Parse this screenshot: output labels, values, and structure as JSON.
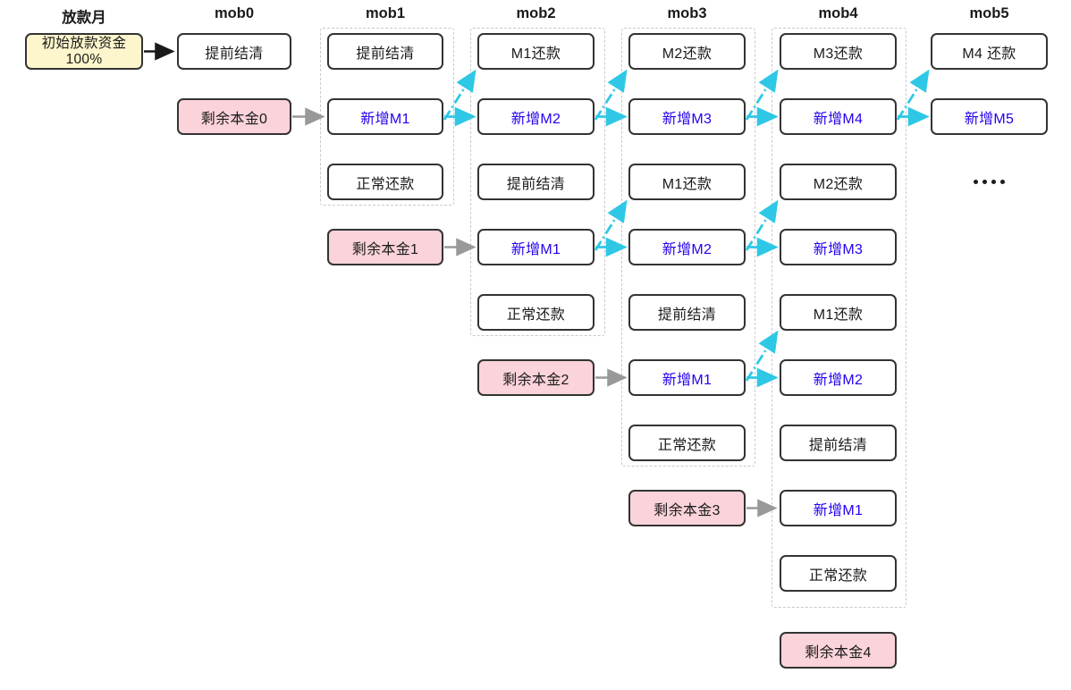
{
  "diagram": {
    "title_row": [
      "放款月",
      "mob0",
      "mob1",
      "mob2",
      "mob3",
      "mob4",
      "mob5"
    ],
    "colors": {
      "start_fill": "#fdf6cd",
      "principal_fill": "#fbd3da",
      "node_border": "#333333",
      "new_label_text": "#2200ee",
      "cyan_arrow": "#2ec8e6",
      "gray_arrow": "#999999",
      "group_dash": "#c9c9c9"
    },
    "columns": [
      {
        "key": "issue_month",
        "header": "放款月",
        "nodes": [
          {
            "id": "start",
            "label_line1": "初始放款资金",
            "label_line2": "100%",
            "style": "yellow",
            "row": 0
          }
        ]
      },
      {
        "key": "mob0",
        "header": "mob0",
        "nodes": [
          {
            "id": "m0-prepay",
            "label": "提前结清",
            "style": "plain",
            "row": 0
          },
          {
            "id": "m0-principal0",
            "label": "剩余本金0",
            "style": "pink",
            "row": 1
          }
        ]
      },
      {
        "key": "mob1",
        "header": "mob1",
        "group": {
          "from_row": 0,
          "to_row": 2
        },
        "nodes": [
          {
            "id": "m1-prepay",
            "label": "提前结清",
            "style": "plain",
            "row": 0
          },
          {
            "id": "m1-newM1",
            "label": "新增M1",
            "style": "blue",
            "row": 1
          },
          {
            "id": "m1-normal",
            "label": "正常还款",
            "style": "plain",
            "row": 2
          },
          {
            "id": "m1-principal1",
            "label": "剩余本金1",
            "style": "pink",
            "row": 3
          }
        ]
      },
      {
        "key": "mob2",
        "header": "mob2",
        "group": {
          "from_row": 0,
          "to_row": 4
        },
        "nodes": [
          {
            "id": "m2-M1repay",
            "label": "M1还款",
            "style": "plain",
            "row": 0
          },
          {
            "id": "m2-newM2",
            "label": "新增M2",
            "style": "blue",
            "row": 1
          },
          {
            "id": "m2-prepay",
            "label": "提前结清",
            "style": "plain",
            "row": 2
          },
          {
            "id": "m2-newM1",
            "label": "新增M1",
            "style": "blue",
            "row": 3
          },
          {
            "id": "m2-normal",
            "label": "正常还款",
            "style": "plain",
            "row": 4
          },
          {
            "id": "m2-principal2",
            "label": "剩余本金2",
            "style": "pink",
            "row": 5
          }
        ]
      },
      {
        "key": "mob3",
        "header": "mob3",
        "group": {
          "from_row": 0,
          "to_row": 6
        },
        "nodes": [
          {
            "id": "m3-M2repay",
            "label": "M2还款",
            "style": "plain",
            "row": 0
          },
          {
            "id": "m3-newM3",
            "label": "新增M3",
            "style": "blue",
            "row": 1
          },
          {
            "id": "m3-M1repay",
            "label": "M1还款",
            "style": "plain",
            "row": 2
          },
          {
            "id": "m3-newM2",
            "label": "新增M2",
            "style": "blue",
            "row": 3
          },
          {
            "id": "m3-prepay",
            "label": "提前结清",
            "style": "plain",
            "row": 4
          },
          {
            "id": "m3-newM1",
            "label": "新增M1",
            "style": "blue",
            "row": 5
          },
          {
            "id": "m3-normal",
            "label": "正常还款",
            "style": "plain",
            "row": 6
          },
          {
            "id": "m3-principal3",
            "label": "剩余本金3",
            "style": "pink",
            "row": 7
          }
        ]
      },
      {
        "key": "mob4",
        "header": "mob4",
        "group": {
          "from_row": 0,
          "to_row": 8
        },
        "nodes": [
          {
            "id": "m4-M3repay",
            "label": "M3还款",
            "style": "plain",
            "row": 0
          },
          {
            "id": "m4-newM4",
            "label": "新增M4",
            "style": "blue",
            "row": 1
          },
          {
            "id": "m4-M2repay",
            "label": "M2还款",
            "style": "plain",
            "row": 2
          },
          {
            "id": "m4-newM3",
            "label": "新增M3",
            "style": "blue",
            "row": 3
          },
          {
            "id": "m4-M1repay",
            "label": "M1还款",
            "style": "plain",
            "row": 4
          },
          {
            "id": "m4-newM2",
            "label": "新增M2",
            "style": "blue",
            "row": 5
          },
          {
            "id": "m4-prepay",
            "label": "提前结清",
            "style": "plain",
            "row": 6
          },
          {
            "id": "m4-newM1",
            "label": "新增M1",
            "style": "blue",
            "row": 7
          },
          {
            "id": "m4-normal",
            "label": "正常还款",
            "style": "plain",
            "row": 8
          },
          {
            "id": "m4-principal4",
            "label": "剩余本金4",
            "style": "pink",
            "row": 9
          }
        ]
      },
      {
        "key": "mob5",
        "header": "mob5",
        "nodes": [
          {
            "id": "m5-M4repay",
            "label": "M4 还款",
            "style": "plain",
            "row": 0
          },
          {
            "id": "m5-newM5",
            "label": "新增M5",
            "style": "blue",
            "row": 1
          },
          {
            "id": "m5-dots",
            "label": "••••",
            "style": "dots",
            "row": 2
          }
        ]
      }
    ]
  }
}
